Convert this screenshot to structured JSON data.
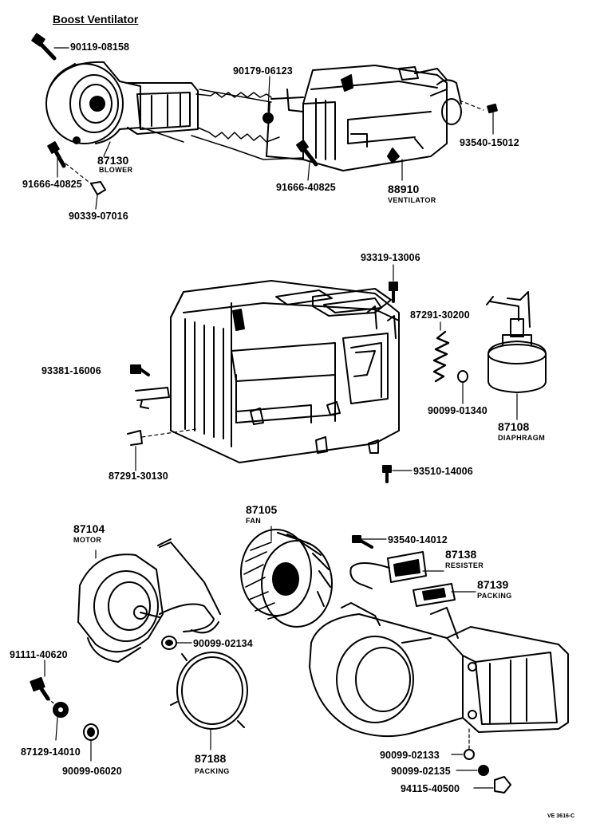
{
  "title": "Boost Ventilator",
  "drawing_code": "VE 3616-C",
  "parts": {
    "screw_top": "90119-08158",
    "blower_no": "87130",
    "blower_name": "BLOWER",
    "screw_left": "91666-40825",
    "clip_left": "90339-07016",
    "nut_vent": "90179-06123",
    "screw_vent": "91666-40825",
    "ventilator_no": "88910",
    "ventilator_name": "VENTILATOR",
    "screw_right": "93540-15012",
    "screw_case_top": "93319-13006",
    "spring": "87291-30200",
    "screw_case_left": "93381-16006",
    "washer_diaphragm": "90099-01340",
    "diaphragm_no": "87108",
    "diaphragm_name": "DIAPHRAGM",
    "bracket": "87291-30130",
    "screw_case_bottom": "93510-14006",
    "motor_no": "87104",
    "motor_name": "MOTOR",
    "fan_no": "87105",
    "fan_name": "FAN",
    "screw_resister": "93540-14012",
    "resister_no": "87138",
    "resister_name": "RESISTER",
    "packing_small_no": "87139",
    "packing_small_name": "PACKING",
    "washer_motor": "90099-02134",
    "bolt_motor": "91111-40620",
    "bushing": "87129-14010",
    "washer_bottom_left": "90099-06020",
    "packing_big_no": "87188",
    "packing_big_name": "PACKING",
    "washer_a": "90099-02133",
    "washer_b": "90099-02135",
    "nut_bottom": "94115-40500"
  }
}
